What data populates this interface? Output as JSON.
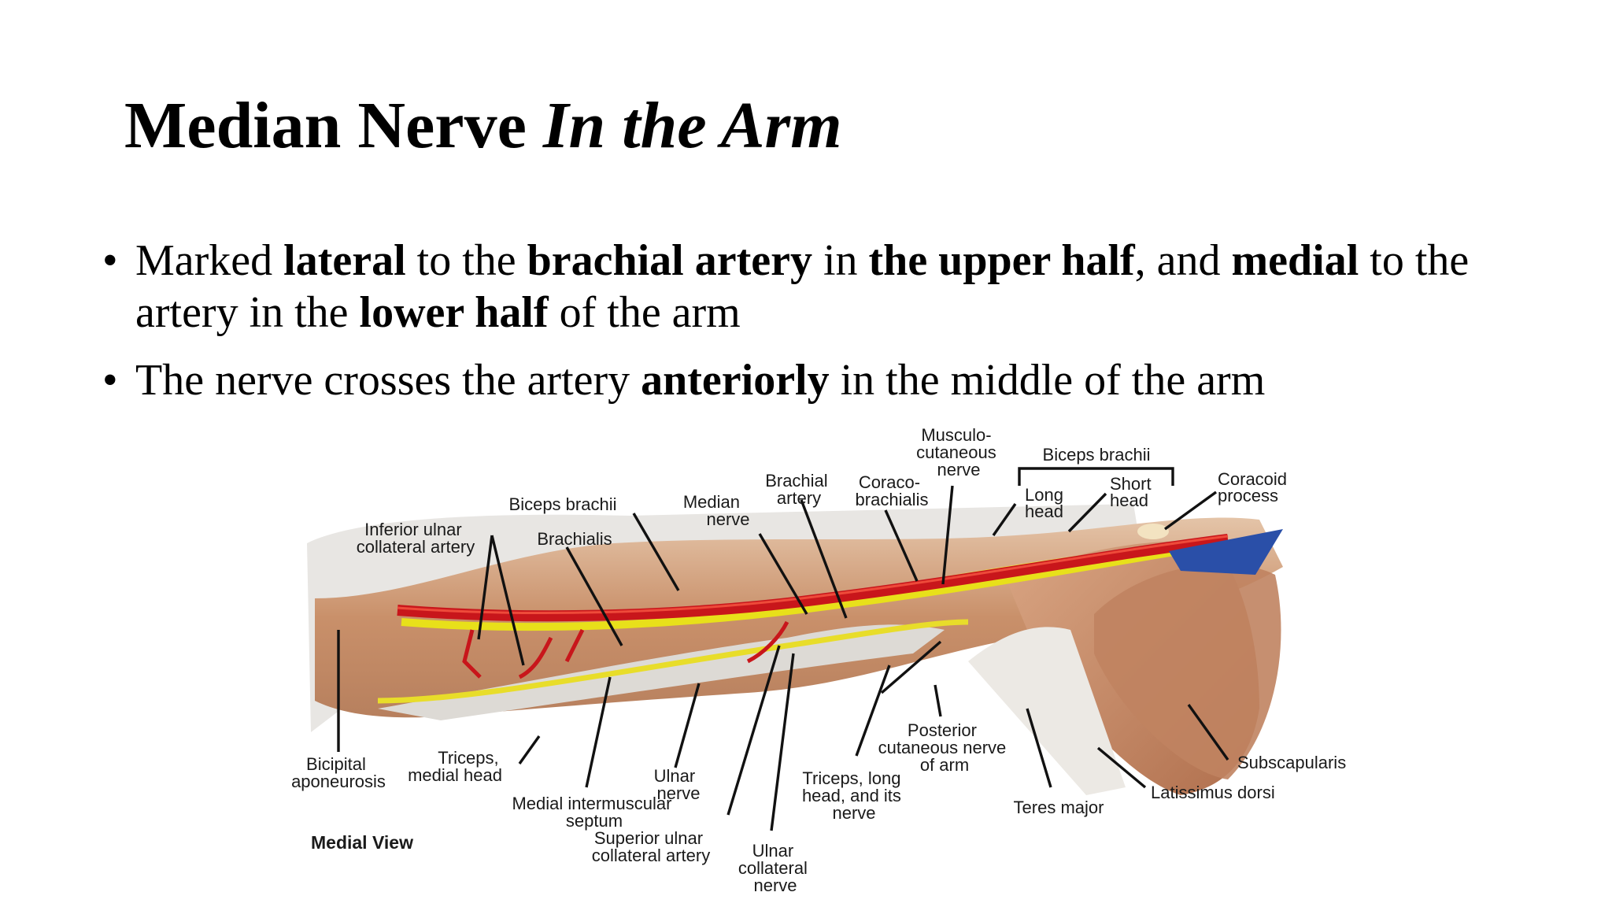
{
  "slide": {
    "title_main": "Median Nerve",
    "title_italic": "In the Arm",
    "bullets": [
      {
        "parts": [
          {
            "t": "Marked ",
            "b": false
          },
          {
            "t": "lateral",
            "b": true
          },
          {
            "t": " to the ",
            "b": false
          },
          {
            "t": "brachial artery",
            "b": true
          },
          {
            "t": " in ",
            "b": false
          },
          {
            "t": "the upper half",
            "b": true
          },
          {
            "t": ", and ",
            "b": false
          },
          {
            "t": "medial",
            "b": true
          },
          {
            "t": " to the artery in the ",
            "b": false
          },
          {
            "t": "lower half",
            "b": true
          },
          {
            "t": " of the arm",
            "b": false
          }
        ]
      },
      {
        "parts": [
          {
            "t": "The nerve crosses the artery ",
            "b": false
          },
          {
            "t": "anteriorly",
            "b": true
          },
          {
            "t": " in the middle of the arm",
            "b": false
          }
        ]
      }
    ]
  },
  "figure": {
    "view_label": "Medial View",
    "labels": {
      "musculocutaneous": [
        "Musculo-",
        "cutaneous",
        "nerve"
      ],
      "biceps_brachii_top": "Biceps brachii",
      "long_head": [
        "Long",
        "head"
      ],
      "short_head": [
        "Short",
        "head"
      ],
      "coracoid_process": [
        "Coracoid",
        "process"
      ],
      "brachial_artery": [
        "Brachial",
        "artery"
      ],
      "coracobrachialis": [
        "Coraco-",
        "brachialis"
      ],
      "median_nerve": [
        "Median",
        "nerve"
      ],
      "biceps_brachii": "Biceps brachii",
      "brachialis": "Brachialis",
      "inferior_ulnar": [
        "Inferior ulnar",
        "collateral artery"
      ],
      "bicipital": [
        "Bicipital",
        "aponeurosis"
      ],
      "triceps_medial": [
        "Triceps,",
        "medial head"
      ],
      "medial_septum": [
        "Medial intermuscular",
        "septum"
      ],
      "ulnar_nerve": [
        "Ulnar",
        "nerve"
      ],
      "superior_ulnar": [
        "Superior ulnar",
        "collateral artery"
      ],
      "ulnar_collateral_nerve": [
        "Ulnar",
        "collateral",
        "nerve"
      ],
      "triceps_long": [
        "Triceps, long",
        "head, and its",
        "nerve"
      ],
      "posterior_cutaneous": [
        "Posterior",
        "cutaneous nerve",
        "of arm"
      ],
      "teres_major": "Teres major",
      "latissimus": "Latissimus dorsi",
      "subscapularis": "Subscapularis"
    }
  }
}
